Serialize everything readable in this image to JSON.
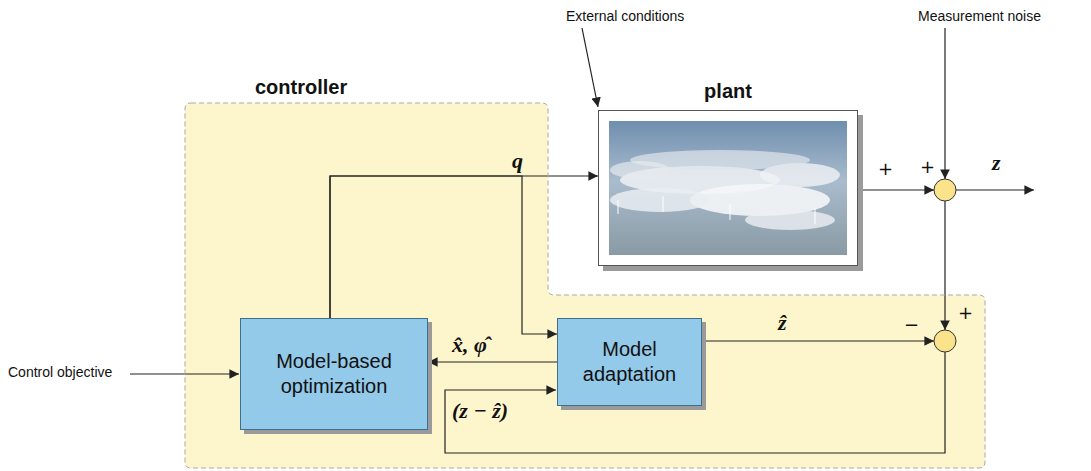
{
  "diagram": {
    "nodes": [
      {
        "text": [
          "controller"
        ]
      },
      {
        "text": [
          "plant"
        ]
      },
      {
        "text": [
          "Model-based optimization"
        ],
        "in": 0
      },
      {
        "text": [
          "Model adaptation"
        ],
        "in": 0
      }
    ],
    "edges": [
      {
        "from": 2,
        "to": 1,
        "arrow": "to",
        "label": "q"
      },
      {
        "from": 2,
        "to": 3,
        "arrow": "to"
      },
      {
        "from": 3,
        "to": 2,
        "arrow": "to",
        "label": "x̂, φ̂"
      }
    ],
    "labels": [
      "External conditions",
      "Measurement noise",
      "Control objective",
      "z",
      "+",
      "+",
      "ẑ",
      "−",
      "+",
      "(z − ẑ)"
    ]
  }
}
